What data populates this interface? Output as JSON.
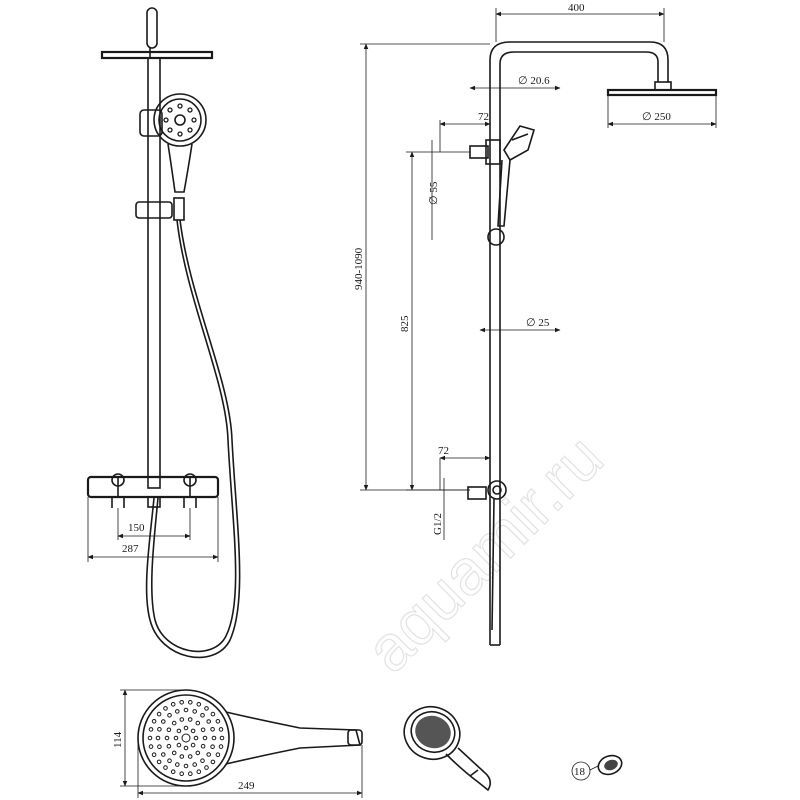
{
  "watermark": "aquamir.ru",
  "front_view": {
    "dim_mixer_centers": "150",
    "dim_mixer_width": "287"
  },
  "side_view": {
    "dim_arm_length": "400",
    "dim_arm_pipe_diameter": "∅ 20.6",
    "dim_head_diameter": "∅ 250",
    "dim_total_height": "940-1090",
    "dim_top_holder_offset": "72",
    "dim_holder_diameter": "∅ 55",
    "dim_rail_height": "825",
    "dim_rail_diameter": "∅ 25",
    "dim_bottom_offset": "72",
    "dim_inlet_thread": "G1/2"
  },
  "hand_shower_detail": {
    "dim_height": "114",
    "dim_length": "249"
  },
  "part_callout": {
    "number": "18"
  }
}
